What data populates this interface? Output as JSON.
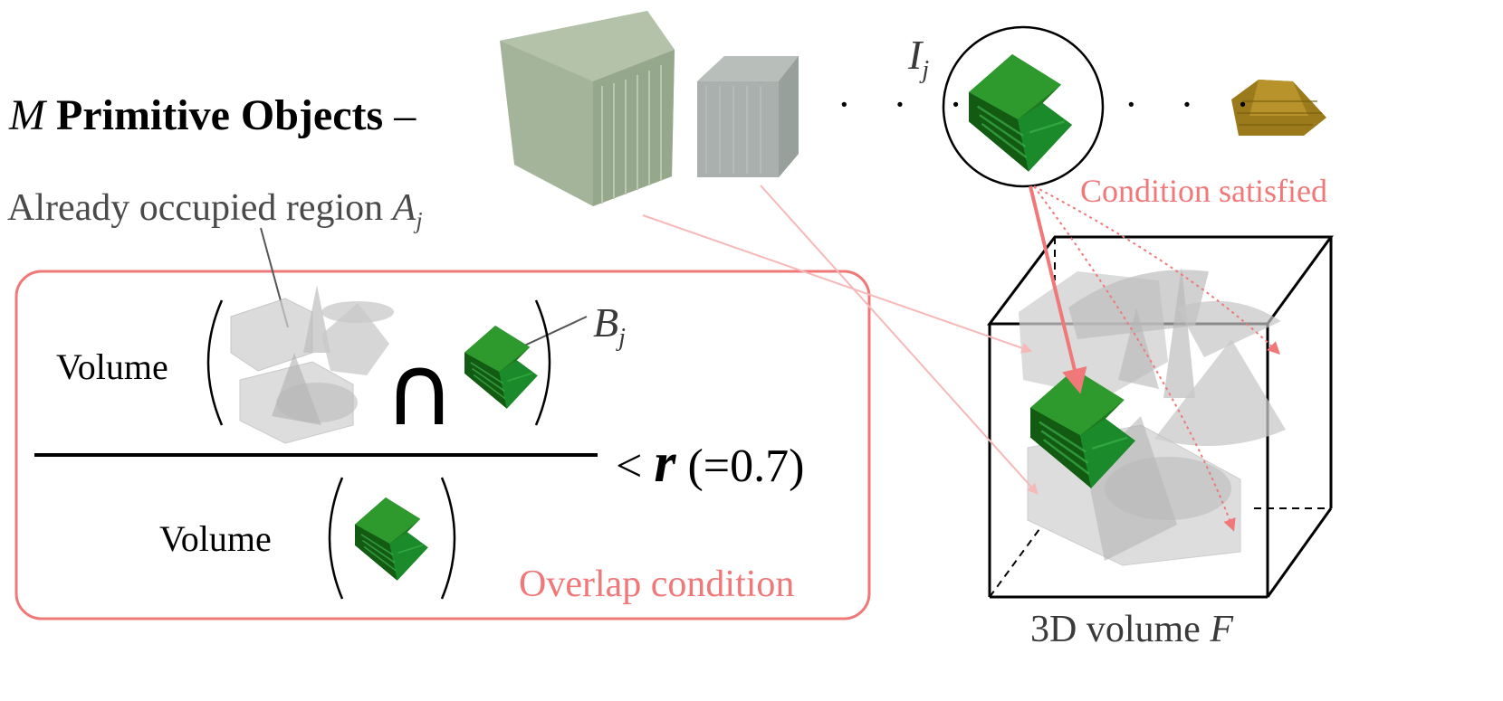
{
  "header": {
    "symbol": "M",
    "title": "Primitive Objects",
    "dash": "–",
    "dots_left": "· · ·",
    "dots_right": "· · ·",
    "selected_label": "I",
    "selected_subscript": "j"
  },
  "labels": {
    "condition_satisfied": "Condition satisfied",
    "already_occupied": "Already occupied region ",
    "already_symbol": "A",
    "already_subscript": "j",
    "b_symbol": "B",
    "b_subscript": "j",
    "volume_upper": "Volume",
    "volume_lower": "Volume",
    "intersection": "∩",
    "inequality_lt": "< ",
    "inequality_r": "r",
    "inequality_value": " (=0.7)",
    "overlap_condition": "Overlap condition",
    "volume_3d_prefix": "3D volume ",
    "volume_3d_symbol": "F"
  },
  "colors": {
    "accent_red": "#f07878",
    "object_green": "#1e7a1e",
    "ghost_gray": "#c8c8c8",
    "sage_green": "#a3b49a",
    "slate_gray": "#a9b0ad",
    "ochre": "#9a7a1a"
  }
}
